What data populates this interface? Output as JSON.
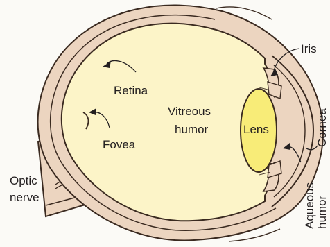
{
  "diagram": {
    "labels": {
      "iris": "Iris",
      "retina": "Retina",
      "vitreous_line1": "Vitreous",
      "vitreous_line2": "humor",
      "lens": "Lens",
      "cornea": "Cornea",
      "fovea": "Fovea",
      "optic_line1": "Optic",
      "optic_line2": "nerve",
      "aqueous_line1": "Aqueous",
      "aqueous_line2": "humor"
    },
    "colors": {
      "background": "#fbfaf6",
      "sclera": "#ecd5c0",
      "interior": "#fcf4c8",
      "lens": "#f8ec78",
      "outline": "#3a2a20",
      "text": "#231f20"
    }
  }
}
